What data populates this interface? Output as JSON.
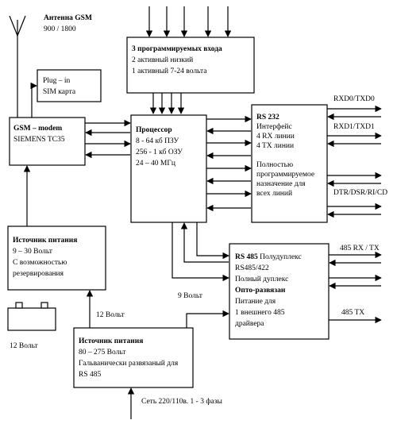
{
  "antenna": {
    "title": "Антенна GSM",
    "bands": "900 / 1800"
  },
  "inputs_box": {
    "title": "3 программируемых входа",
    "line1": "2 активный низкий",
    "line2": "1 активный 7-24 вольта"
  },
  "sim_box": {
    "line1": "Plug – in",
    "line2": "SIM карта"
  },
  "gsm_box": {
    "title": "GSM – modem",
    "line1": "SIEMENS TC35"
  },
  "cpu_box": {
    "title": "Процессор",
    "line1": "8 - 64 кб ПЗУ",
    "line2": "256 - 1 кб ОЗУ",
    "line3": "24 – 40 МГц"
  },
  "rs232_box": {
    "title": "RS 232",
    "line1": "Интерфейс",
    "line2": "4 RX линии",
    "line3": "4 TX линии",
    "line4": "Полностью",
    "line5": "программируемое",
    "line6": "назначение для",
    "line7": "всех линий"
  },
  "rs232_labels": {
    "rxd0": "RXD0/TXD0",
    "rxd1": "RXD1/TXD1",
    "dtr": "DTR/DSR/RI/CD"
  },
  "psu1_box": {
    "title": "Источник питания",
    "line1": "9 – 30 Вольт",
    "line2": "С возможностью",
    "line3": "резервирования"
  },
  "rs485_box": {
    "title": "RS 485",
    "title_rest": " Полудуплекс",
    "line1": "RS485/422",
    "line2": "Полный дуплекс",
    "line3": "Опто-развязан",
    "line4": "Питание для",
    "line5": "1 внешнего 485",
    "line6": "драйвера"
  },
  "rs485_labels": {
    "rxtx": "485 RX / TX",
    "tx": "485 TX"
  },
  "battery_label": "12 Вольт",
  "psu1_output_label": "12 Вольт",
  "nine_volt_label": "9 Вольт",
  "psu2_box": {
    "title": "Источник питания",
    "line1": "80 – 275 Вольт",
    "line2": "Гальванически развязаный для",
    "line3": "RS 485"
  },
  "mains_label": "Сеть 220/110в. 1 - 3 фазы"
}
